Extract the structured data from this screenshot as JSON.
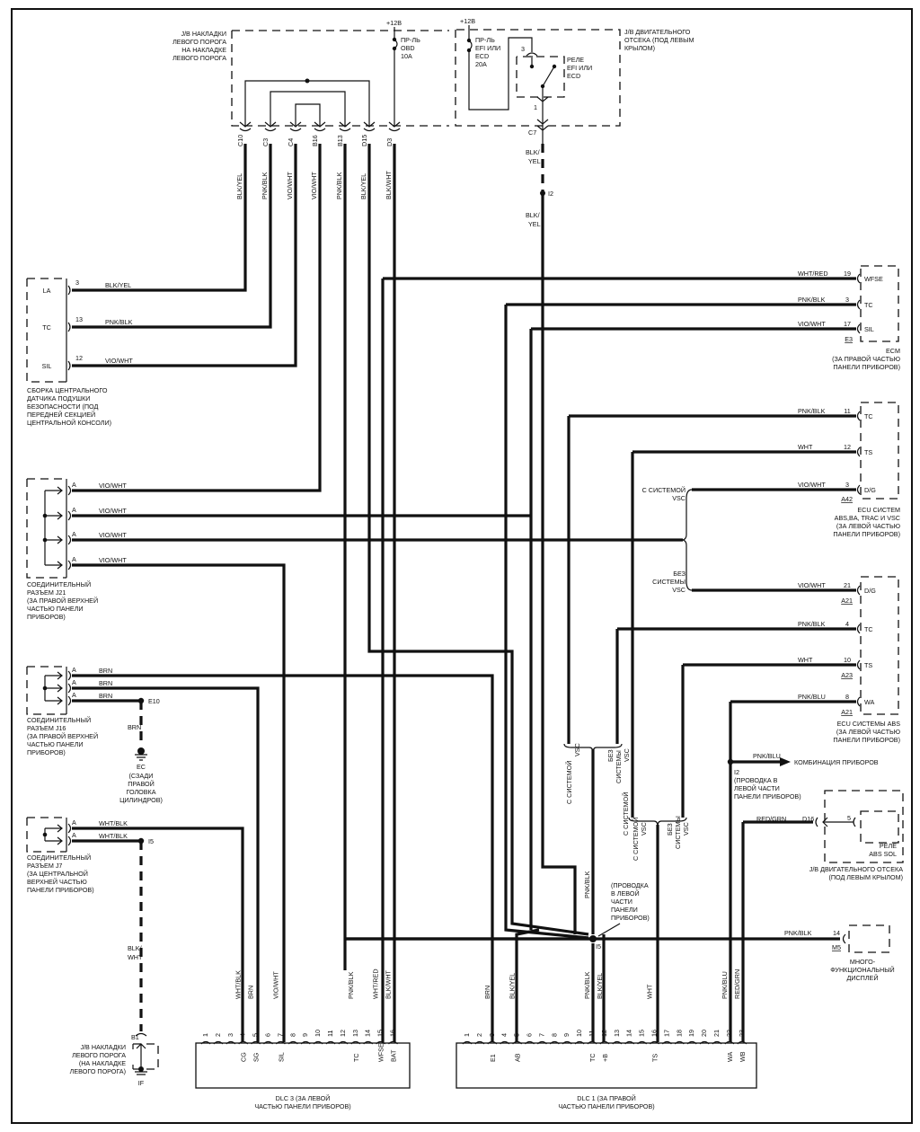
{
  "components": {
    "jb_sill": {
      "label": [
        "J/B НАКЛАДКИ",
        "ЛЕВОГО ПОРОГА",
        "НА НАКЛАДКЕ",
        "ЛЕВОГО ПОРОГА"
      ],
      "supply": "+12В",
      "fuse": [
        "ПР-ЛЬ",
        "OBD",
        "10A"
      ],
      "pins": [
        "C10",
        "C3",
        "C4",
        "B16",
        "B13",
        "D15",
        "D3"
      ],
      "wires": [
        "BLK/YEL",
        "PNK/BLK",
        "VIO/WHT",
        "VIO/WHT",
        "PNK/BLK",
        "BLK/YEL",
        "BLK/WHT"
      ]
    },
    "jb_engine": {
      "label": [
        "J/B ДВИГАТЕЛЬНОГО",
        "ОТСЕКА (ПОД ЛЕВЫМ",
        "КРЫЛОМ)"
      ],
      "supply": "+12В",
      "fuse": [
        "ПР-ЛЬ",
        "EFI ИЛИ",
        "ECD",
        "20A"
      ],
      "relay": [
        "РЕЛЕ",
        "EFI ИЛИ",
        "ECD"
      ],
      "pin_relay_in": "3",
      "pin_relay_out": "1",
      "connector": "C7",
      "wire_upper": [
        "BLK/",
        "YEL"
      ],
      "splice": "I2",
      "wire_lower": [
        "BLK/",
        "YEL"
      ]
    },
    "airbag_sensor": {
      "label": [
        "СБОРКА ЦЕНТРАЛЬНОГО",
        "ДАТЧИКА ПОДУШКИ",
        "БЕЗОПАСНОСТИ (ПОД",
        "ПЕРЕДНЕЙ СЕКЦИЕЙ",
        "ЦЕНТРАЛЬНОЙ КОНСОЛИ)"
      ],
      "pins": [
        {
          "name": "LA",
          "num": "3",
          "wire": "BLK/YEL"
        },
        {
          "name": "TC",
          "num": "13",
          "wire": "PNK/BLK"
        },
        {
          "name": "SIL",
          "num": "12",
          "wire": "VIO/WHT"
        }
      ]
    },
    "ecm": {
      "label": [
        "ECM",
        "(ЗА ПРАВОЙ ЧАСТЬЮ",
        "ПАНЕЛИ ПРИБОРОВ)"
      ],
      "connector": "E3",
      "pins": [
        {
          "name": "WFSE",
          "num": "19",
          "wire": "WHT/RED"
        },
        {
          "name": "TC",
          "num": "3",
          "wire": "PNK/BLK"
        },
        {
          "name": "SIL",
          "num": "17",
          "wire": "VIO/WHT"
        }
      ]
    },
    "ecu_vsc": {
      "label": [
        "ECU СИСТЕМ",
        "ABS,BA, TRAC И VSC",
        "(ЗА ЛЕВОЙ ЧАСТЬЮ",
        "ПАНЕЛИ ПРИБОРОВ)"
      ],
      "connector": "A42",
      "pins": [
        {
          "name": "TC",
          "num": "11",
          "wire": "PNK/BLK"
        },
        {
          "name": "TS",
          "num": "12",
          "wire": "WHT"
        },
        {
          "name": "D/G",
          "num": "3",
          "wire": "VIO/WHT"
        }
      ]
    },
    "ecu_abs": {
      "label": [
        "ECU СИСТЕМЫ ABS",
        "(ЗА ЛЕВОЙ ЧАСТЬЮ",
        "ПАНЕЛИ ПРИБОРОВ)"
      ],
      "pins": [
        {
          "name": "D/G",
          "num": "21",
          "wire": "VIO/WHT",
          "conn": "A21"
        },
        {
          "name": "TC",
          "num": "4",
          "wire": "PNK/BLK",
          "conn": ""
        },
        {
          "name": "TS",
          "num": "10",
          "wire": "WHT",
          "conn": "A23"
        },
        {
          "name": "WA",
          "num": "8",
          "wire": "PNK/BLU",
          "conn": "A21"
        }
      ]
    },
    "vsc_branch": {
      "with": [
        "С СИСТЕМОЙ",
        "VSC"
      ],
      "without": [
        "БЕЗ",
        "СИСТЕМЫ",
        "VSC"
      ]
    },
    "j21": {
      "label": [
        "СОЕДИНИТЕЛЬНЫЙ",
        "РАЗЪЕМ J21",
        "(ЗА ПРАВОЙ ВЕРХНЕЙ",
        "ЧАСТЬЮ ПАНЕЛИ",
        "ПРИБОРОВ)"
      ],
      "pin": "A",
      "wire": "VIO/WHT"
    },
    "j16": {
      "label": [
        "СОЕДИНИТЕЛЬНЫЙ",
        "РАЗЪЕМ J16",
        "(ЗА ПРАВОЙ ВЕРХНЕЙ",
        "ЧАСТЬЮ ПАНЕЛИ",
        "ПРИБОРОВ)"
      ],
      "pin": "A",
      "wire": "BRN",
      "splice": "E10"
    },
    "ground_ec": {
      "name": "EC",
      "label": [
        "(СЗАДИ",
        "ПРАВОЙ",
        "ГОЛОВКА",
        "ЦИЛИНДРОВ)"
      ],
      "wire": "BRN"
    },
    "j7": {
      "label": [
        "СОЕДИНИТЕЛЬНЫЙ",
        "РАЗЪЕМ J7",
        "(ЗА ЦЕНТРАЛЬНОЙ",
        "ВЕРХНЕЙ ЧАСТЬЮ",
        "ПАНЕЛИ ПРИБОРОВ)"
      ],
      "pin": "A",
      "wire": "WHT/BLK",
      "splice": "I5"
    },
    "ground_if": {
      "name": "IF",
      "pin": "B1",
      "wire": [
        "BLK/",
        "WHT"
      ],
      "label": [
        "J/B НАКЛАДКИ",
        "ЛЕВОГО ПОРОГА",
        "(НА НАКЛАДКЕ",
        "ЛЕВОГО ПОРОГА)"
      ]
    },
    "splice_i5": {
      "name": "I5",
      "label": [
        "(ПРОВОДКА",
        "В ЛЕВОЙ",
        "ЧАСТИ",
        "ПАНЕЛИ",
        "ПРИБОРОВ)"
      ],
      "wire_up": "PNK/BLK"
    },
    "splice_i2": {
      "name": "I2",
      "wire": "PNK/BLU",
      "target": "КОМБИНАЦИЯ ПРИБОРОВ",
      "label": [
        "(ПРОВОДКА В",
        "ЛЕВОЙ ЧАСТИ",
        "ПАНЕЛИ ПРИБОРОВ)"
      ]
    },
    "abs_sol": {
      "connector": "D16",
      "pin": "5",
      "wire": "RED/GRN",
      "relay": [
        "РЕЛЕ",
        "ABS SOL"
      ],
      "label": [
        "J/B ДВИГАТЕЛЬНОГО ОТСЕКА",
        "(ПОД ЛЕВЫМ КРЫЛОМ)"
      ]
    },
    "mfd": {
      "pin": "14",
      "connector": "M5",
      "wire": "PNK/BLK",
      "label": [
        "МНОГО-",
        "ФУНКЦИОНАЛЬНЫЙ",
        "ДИСПЛЕЙ"
      ]
    },
    "dlc3": {
      "label": [
        "DLC 3 (ЗА ЛЕВОЙ",
        "ЧАСТЬЮ ПАНЕЛИ ПРИБОРОВ)"
      ],
      "pin_count": 16,
      "terminals": [
        {
          "pin": 4,
          "name": "CG",
          "wire": "WHT/BLK"
        },
        {
          "pin": 5,
          "name": "SG",
          "wire": "BRN"
        },
        {
          "pin": 7,
          "name": "SIL",
          "wire": "VIO/WHT"
        },
        {
          "pin": 13,
          "name": "TC",
          "wire": "PNK/BLK"
        },
        {
          "pin": 15,
          "name": "WFSE",
          "wire": "WHT/RED"
        },
        {
          "pin": 16,
          "name": "BAT",
          "wire": "BLK/WHT"
        }
      ]
    },
    "dlc1": {
      "label": [
        "DLC 1 (ЗА ПРАВОЙ",
        "ЧАСТЬЮ ПАНЕЛИ ПРИБОРОВ)"
      ],
      "pin_count": 23,
      "terminals": [
        {
          "pin": 3,
          "name": "E1",
          "wire": "BRN"
        },
        {
          "pin": 5,
          "name": "AB",
          "wire": "BLK/YEL"
        },
        {
          "pin": 11,
          "name": "TC",
          "wire": "PNK/BLK"
        },
        {
          "pin": 12,
          "name": "+B",
          "wire": "BLK/YEL"
        },
        {
          "pin": 16,
          "name": "TS",
          "wire": "WHT"
        },
        {
          "pin": 22,
          "name": "WA",
          "wire": "PNK/BLU"
        },
        {
          "pin": 23,
          "name": "WB",
          "wire": "RED/GRN"
        }
      ]
    }
  }
}
